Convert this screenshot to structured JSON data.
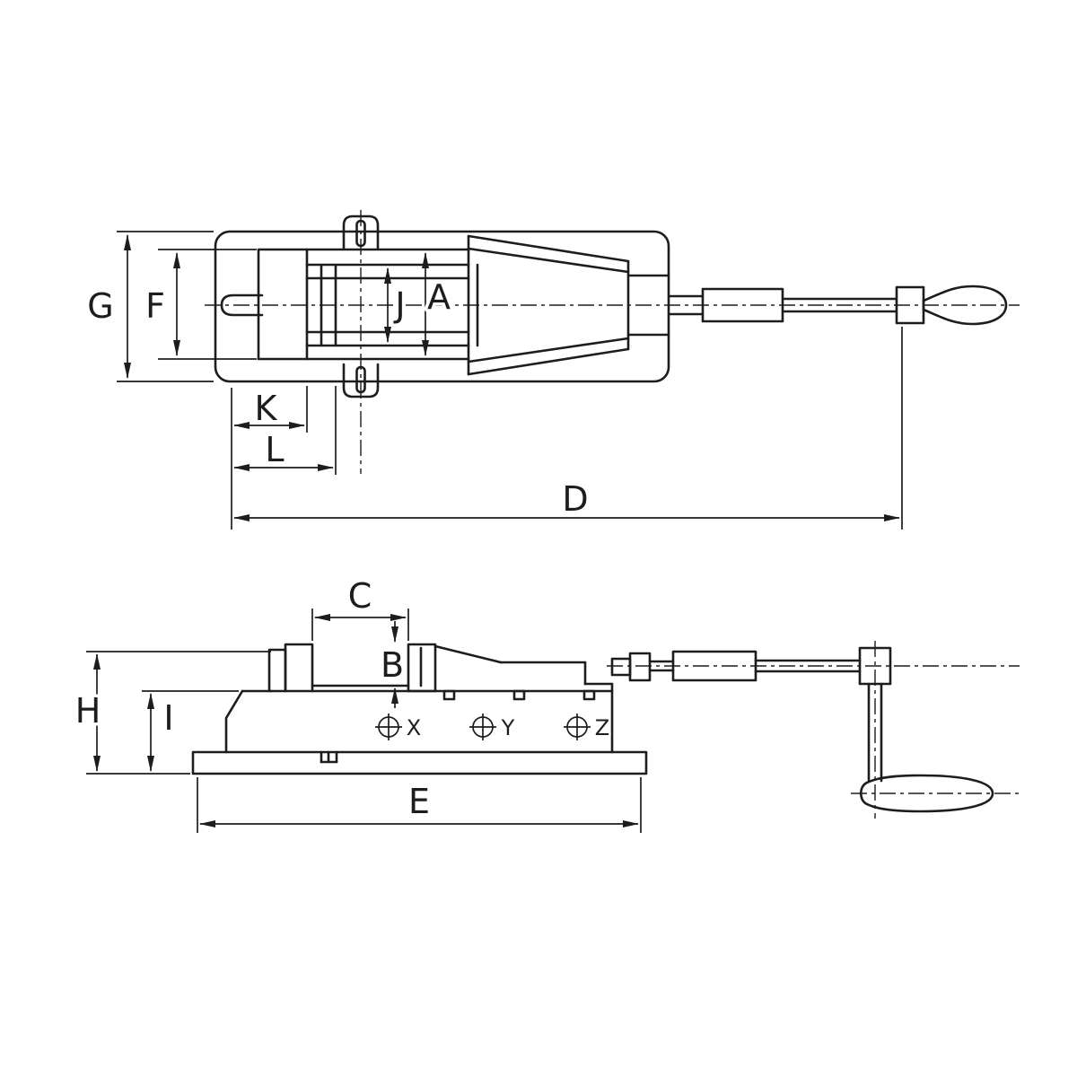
{
  "colors": {
    "line": "#1d1d1b",
    "background": "#ffffff"
  },
  "top_view": {
    "dim_labels": {
      "G": "G",
      "F": "F",
      "J": "J",
      "A": "A",
      "K": "K",
      "L": "L",
      "D": "D"
    }
  },
  "side_view": {
    "dim_labels": {
      "C": "C",
      "B": "B",
      "H": "H",
      "I": "I",
      "E": "E"
    },
    "datum_points": [
      {
        "icon": "position-target-icon",
        "label": "X"
      },
      {
        "icon": "position-target-icon",
        "label": "Y"
      },
      {
        "icon": "position-target-icon",
        "label": "Z"
      }
    ]
  }
}
